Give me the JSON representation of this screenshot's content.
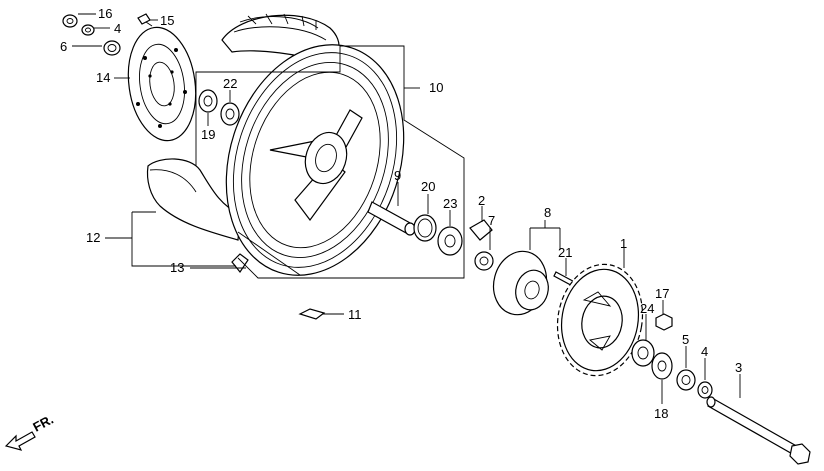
{
  "diagram": {
    "direction_label": "FR.",
    "callouts": {
      "c1": "1",
      "c2": "2",
      "c3": "3",
      "c4a": "4",
      "c4b": "4",
      "c5": "5",
      "c6": "6",
      "c7": "7",
      "c8": "8",
      "c9": "9",
      "c10": "10",
      "c11": "11",
      "c12": "12",
      "c13": "13",
      "c14": "14",
      "c15": "15",
      "c16": "16",
      "c17": "17",
      "c18": "18",
      "c19": "19",
      "c20": "20",
      "c21": "21",
      "c22": "22",
      "c23": "23",
      "c24": "24"
    }
  }
}
